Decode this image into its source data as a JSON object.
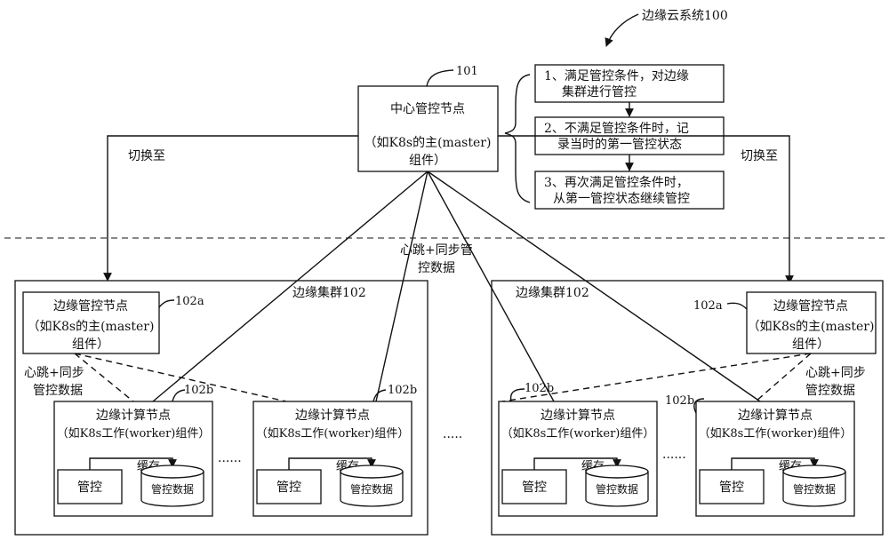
{
  "system": {
    "label": "边缘云系统100"
  },
  "central": {
    "ref": "101",
    "title": "中心管控节点",
    "sub1": "（如K8s的主(master)",
    "sub2": "组件）"
  },
  "steps": [
    {
      "line1": "1、满足管控条件，对边缘",
      "line2": "集群进行管控"
    },
    {
      "line1": "2、不满足管控条件时，记",
      "line2": "录当时的第一管控状态"
    },
    {
      "line1": "3、再次满足管控条件时，",
      "line2": "从第一管控状态继续管控"
    }
  ],
  "switch_label": "切换至",
  "heartbeat_center": {
    "line1": "心跳+同步管",
    "line2": "控数据"
  },
  "cluster_label": "边缘集群102",
  "edge_control": {
    "ref": "102a",
    "title": "边缘管控节点",
    "sub1": "（如K8s的主(master)",
    "sub2": "组件）"
  },
  "heartbeat_edge": {
    "line1": "心跳+同步",
    "line2": "管控数据"
  },
  "compute": {
    "ref": "102b",
    "title": "边缘计算节点",
    "sub": "（如K8s工作(worker)组件）",
    "control": "管控",
    "cache": "缓存",
    "data": "管控数据"
  },
  "ellipsis_small": "······",
  "ellipsis_big": "·····"
}
